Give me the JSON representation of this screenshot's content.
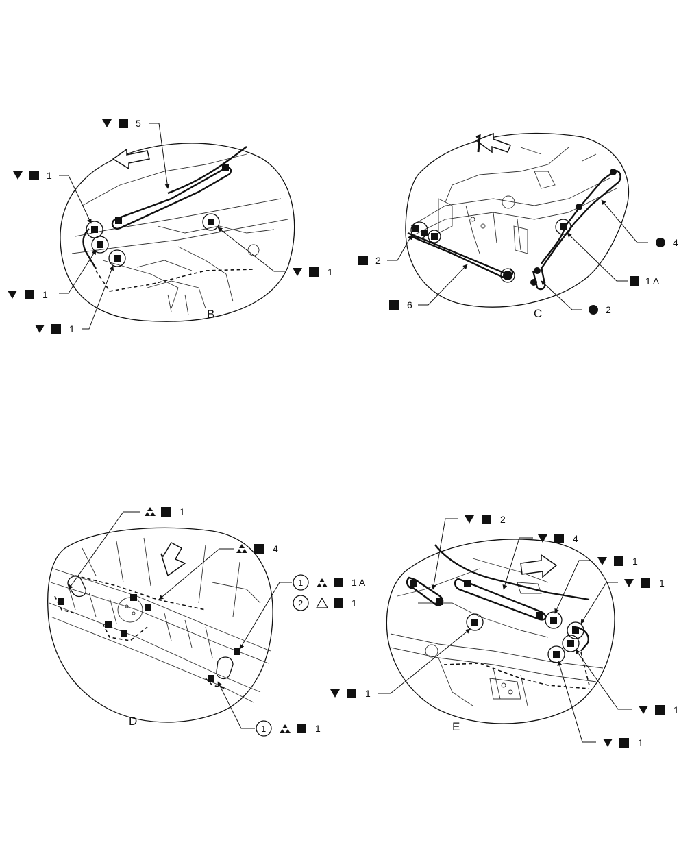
{
  "views": [
    {
      "id": "B",
      "label": "B"
    },
    {
      "id": "C",
      "label": "C"
    },
    {
      "id": "D",
      "label": "D"
    },
    {
      "id": "E",
      "label": "E"
    }
  ],
  "callouts": {
    "b_top": "5",
    "b_left_upper": "1",
    "b_left_mid": "1",
    "b_left_lower": "1",
    "b_right": "1",
    "c_left_upper": "2",
    "c_left_lower": "6",
    "c_right_upper": "4",
    "c_right_mid": "1 A",
    "c_right_lower": "2",
    "d_top_left": "1",
    "d_top_mid": "4",
    "d_right_upper_num": "1",
    "d_right_upper": "1 A",
    "d_right_lower_num": "2",
    "d_right_lower": "1",
    "d_bottom_num": "1",
    "d_bottom": "1",
    "e_top_left": "2",
    "e_top_mid": "4",
    "e_right_upper": "1",
    "e_right_upper2": "1",
    "e_left_lower": "1",
    "e_right_lower": "1",
    "e_bottom": "1"
  },
  "symbols": {
    "down_triangle": "down-triangle-icon",
    "square": "square-icon",
    "circle": "circle-icon",
    "triple_triangle": "triple-triangle-icon",
    "open_triangle": "open-triangle-icon"
  },
  "colors": {
    "ink": "#111111",
    "background": "#ffffff"
  }
}
